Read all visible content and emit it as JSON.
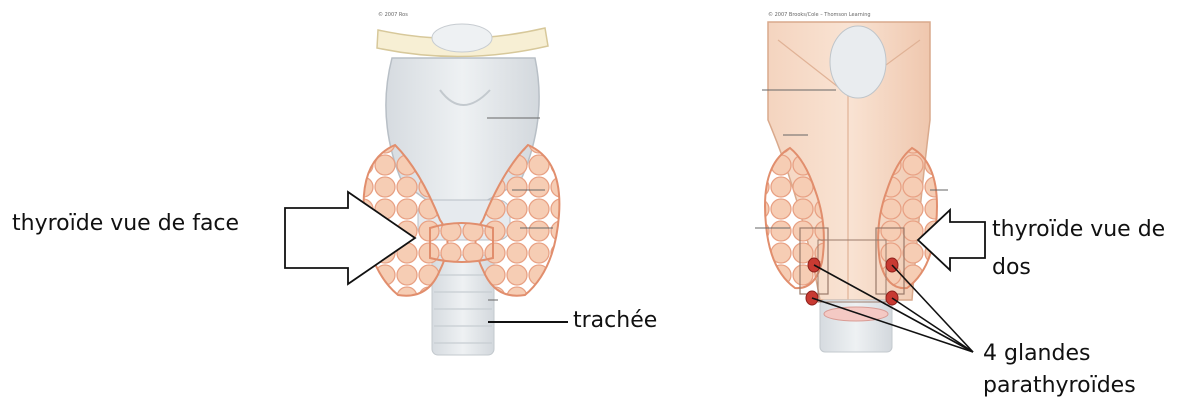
{
  "figure": {
    "labels": {
      "front_view": "thyroïde vue de face",
      "trachea": "trachée",
      "back_view_line1": "thyroïde vue de",
      "back_view_line2": "dos",
      "parathyroid_line1": "4 glandes",
      "parathyroid_line2": "parathyroïdes"
    },
    "credits": {
      "left": "© 2007 Ros",
      "right": "© 2007 Brooks/Cole – Thomson Learning"
    }
  },
  "colors": {
    "gland_fill": "#f4c2a6",
    "gland_edge": "#e59c7c",
    "cartilage_fill": "#e2e6ea",
    "back_muscle_fill": "#f2cfb8",
    "parathyroid_red": "#c83a32",
    "arrow_fill": "#ffffff",
    "line_color": "#111111"
  }
}
